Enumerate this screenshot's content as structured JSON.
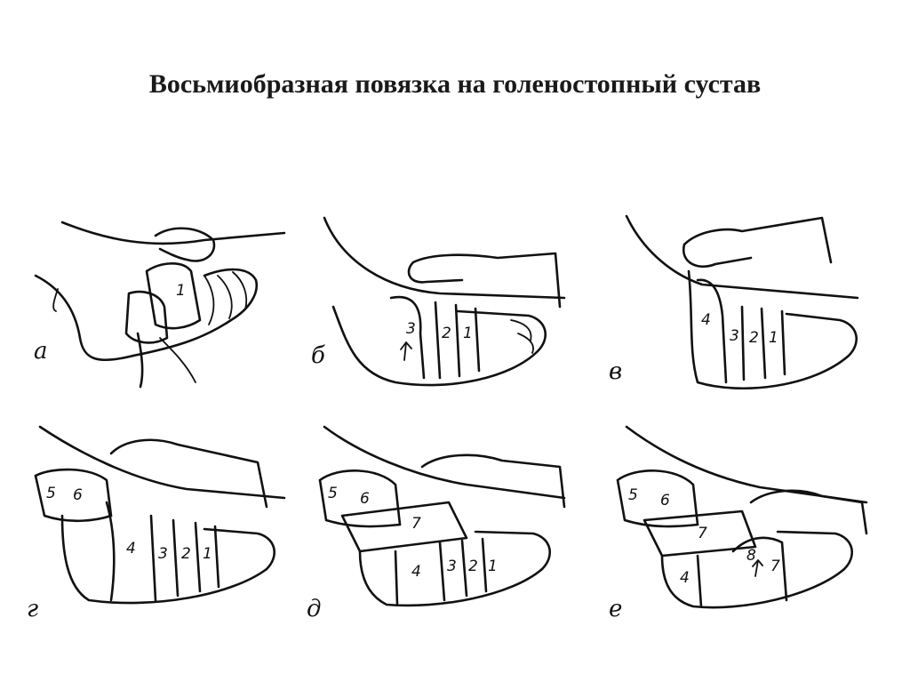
{
  "title": "Восьмиобразная повязка на голеностопный сустав",
  "panels": [
    {
      "letter": "а",
      "bands": [
        "1"
      ]
    },
    {
      "letter": "б",
      "bands": [
        "3",
        "2",
        "1"
      ]
    },
    {
      "letter": "в",
      "bands": [
        "4",
        "3",
        "2",
        "1"
      ]
    },
    {
      "letter": "г",
      "bands": [
        "5",
        "6",
        "4",
        "3",
        "2",
        "1"
      ]
    },
    {
      "letter": "д",
      "bands": [
        "5",
        "6",
        "7",
        "4",
        "3",
        "2",
        "1"
      ]
    },
    {
      "letter": "е",
      "bands": [
        "5",
        "6",
        "7",
        "4",
        "8",
        "7"
      ]
    }
  ]
}
